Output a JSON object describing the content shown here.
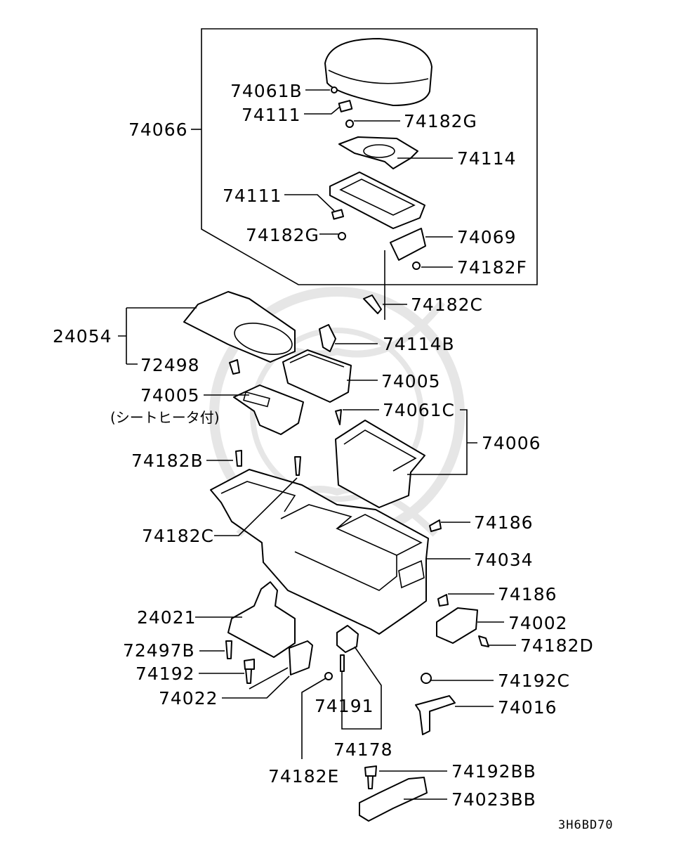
{
  "diagram_code": "3H6BD70",
  "note": "(シートヒータ付)",
  "labels": [
    {
      "id": "74061B",
      "text": "74061B"
    },
    {
      "id": "74111a",
      "text": "74111"
    },
    {
      "id": "74182Ga",
      "text": "74182G"
    },
    {
      "id": "74066",
      "text": "74066"
    },
    {
      "id": "74114",
      "text": "74114"
    },
    {
      "id": "74111b",
      "text": "74111"
    },
    {
      "id": "74182Gb",
      "text": "74182G"
    },
    {
      "id": "74069",
      "text": "74069"
    },
    {
      "id": "74182F",
      "text": "74182F"
    },
    {
      "id": "74182Ca",
      "text": "74182C"
    },
    {
      "id": "24054",
      "text": "24054"
    },
    {
      "id": "74114B",
      "text": "74114B"
    },
    {
      "id": "72498",
      "text": "72498"
    },
    {
      "id": "74005a",
      "text": "74005"
    },
    {
      "id": "74005b",
      "text": "74005"
    },
    {
      "id": "74061C",
      "text": "74061C"
    },
    {
      "id": "74006",
      "text": "74006"
    },
    {
      "id": "74182B",
      "text": "74182B"
    },
    {
      "id": "74186a",
      "text": "74186"
    },
    {
      "id": "74182Cb",
      "text": "74182C"
    },
    {
      "id": "74034",
      "text": "74034"
    },
    {
      "id": "74186b",
      "text": "74186"
    },
    {
      "id": "24021",
      "text": "24021"
    },
    {
      "id": "74002",
      "text": "74002"
    },
    {
      "id": "72497B",
      "text": "72497B"
    },
    {
      "id": "74182D",
      "text": "74182D"
    },
    {
      "id": "74192",
      "text": "74192"
    },
    {
      "id": "74192C",
      "text": "74192C"
    },
    {
      "id": "74022",
      "text": "74022"
    },
    {
      "id": "74016",
      "text": "74016"
    },
    {
      "id": "74191",
      "text": "74191"
    },
    {
      "id": "74178",
      "text": "74178"
    },
    {
      "id": "74182E",
      "text": "74182E"
    },
    {
      "id": "74192BB",
      "text": "74192BB"
    },
    {
      "id": "74023BB",
      "text": "74023BB"
    }
  ]
}
